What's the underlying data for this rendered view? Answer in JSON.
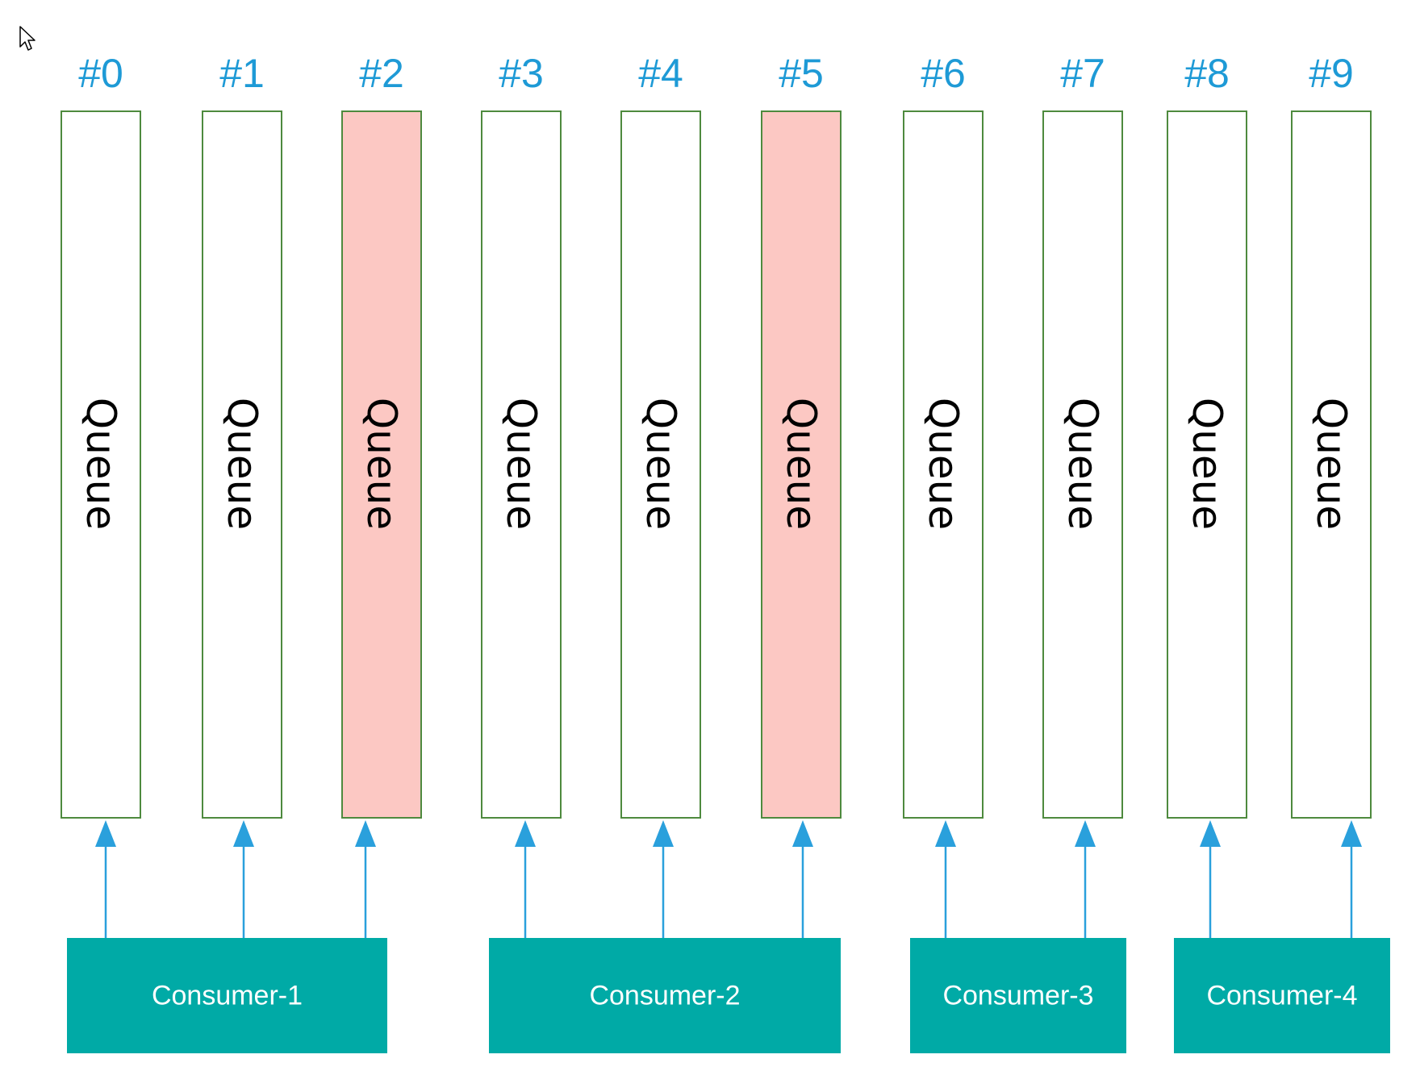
{
  "colors": {
    "queue_border": "#4e8a3e",
    "queue_fill": "#ffffff",
    "queue_highlight_fill": "#fcc8c3",
    "index_label": "#1e9ad6",
    "arrow": "#2aa0dc",
    "consumer_fill": "#00aaa6",
    "consumer_text": "#ffffff",
    "queue_text": "#000000"
  },
  "icons": {
    "cursor": "mouse-pointer-icon"
  },
  "queues": [
    {
      "index": "#0",
      "label": "Queue",
      "highlighted": false,
      "consumer": 0
    },
    {
      "index": "#1",
      "label": "Queue",
      "highlighted": false,
      "consumer": 0
    },
    {
      "index": "#2",
      "label": "Queue",
      "highlighted": true,
      "consumer": 0
    },
    {
      "index": "#3",
      "label": "Queue",
      "highlighted": false,
      "consumer": 1
    },
    {
      "index": "#4",
      "label": "Queue",
      "highlighted": false,
      "consumer": 1
    },
    {
      "index": "#5",
      "label": "Queue",
      "highlighted": true,
      "consumer": 1
    },
    {
      "index": "#6",
      "label": "Queue",
      "highlighted": false,
      "consumer": 2
    },
    {
      "index": "#7",
      "label": "Queue",
      "highlighted": false,
      "consumer": 2
    },
    {
      "index": "#8",
      "label": "Queue",
      "highlighted": false,
      "consumer": 3
    },
    {
      "index": "#9",
      "label": "Queue",
      "highlighted": false,
      "consumer": 3
    }
  ],
  "consumers": [
    {
      "label": "Consumer-1"
    },
    {
      "label": "Consumer-2"
    },
    {
      "label": "Consumer-3"
    },
    {
      "label": "Consumer-4"
    }
  ]
}
